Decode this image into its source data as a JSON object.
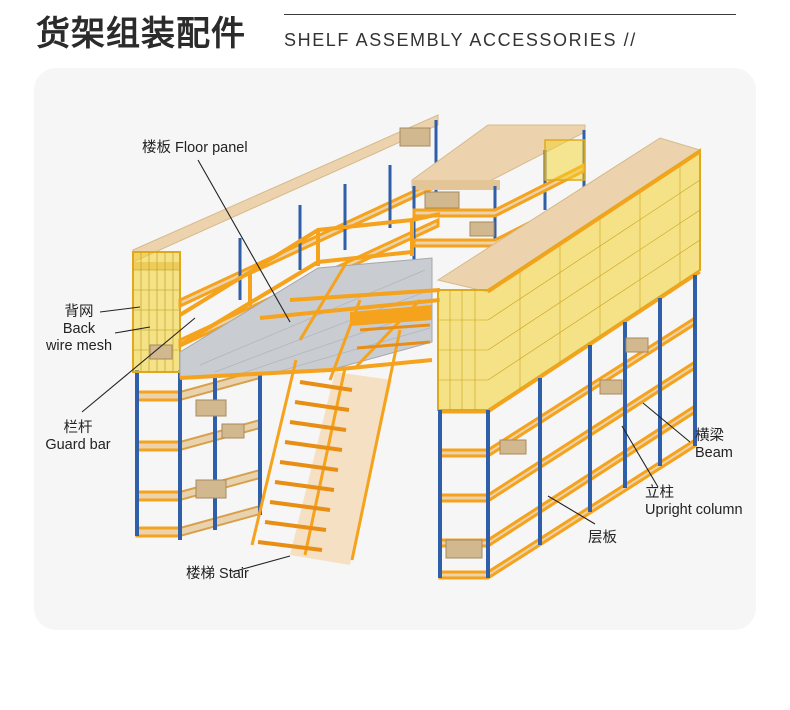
{
  "header": {
    "title_cn": "货架组装配件",
    "title_en": "SHELF ASSEMBLY ACCESSORIES //"
  },
  "colors": {
    "upright": "#2f5fa8",
    "beam": "#f5a21c",
    "deck": "#ecd3ad",
    "mesh": "#f4d12a",
    "floor": "#c9ccd1",
    "box": "#d2b88e",
    "card_bg": "#f6f6f6"
  },
  "labels": {
    "floor_panel": "楼板 Floor panel",
    "back_mesh_cn": "背网",
    "back_mesh_en1": "Back",
    "back_mesh_en2": "wire mesh",
    "guard_bar_cn": "栏杆",
    "guard_bar_en": "Guard bar",
    "stair": "楼梯 Stair",
    "beam_cn": "横梁",
    "beam_en": "Beam",
    "upright_cn": "立柱",
    "upright_en": "Upright column",
    "shelf_layer_cn": "层板"
  }
}
